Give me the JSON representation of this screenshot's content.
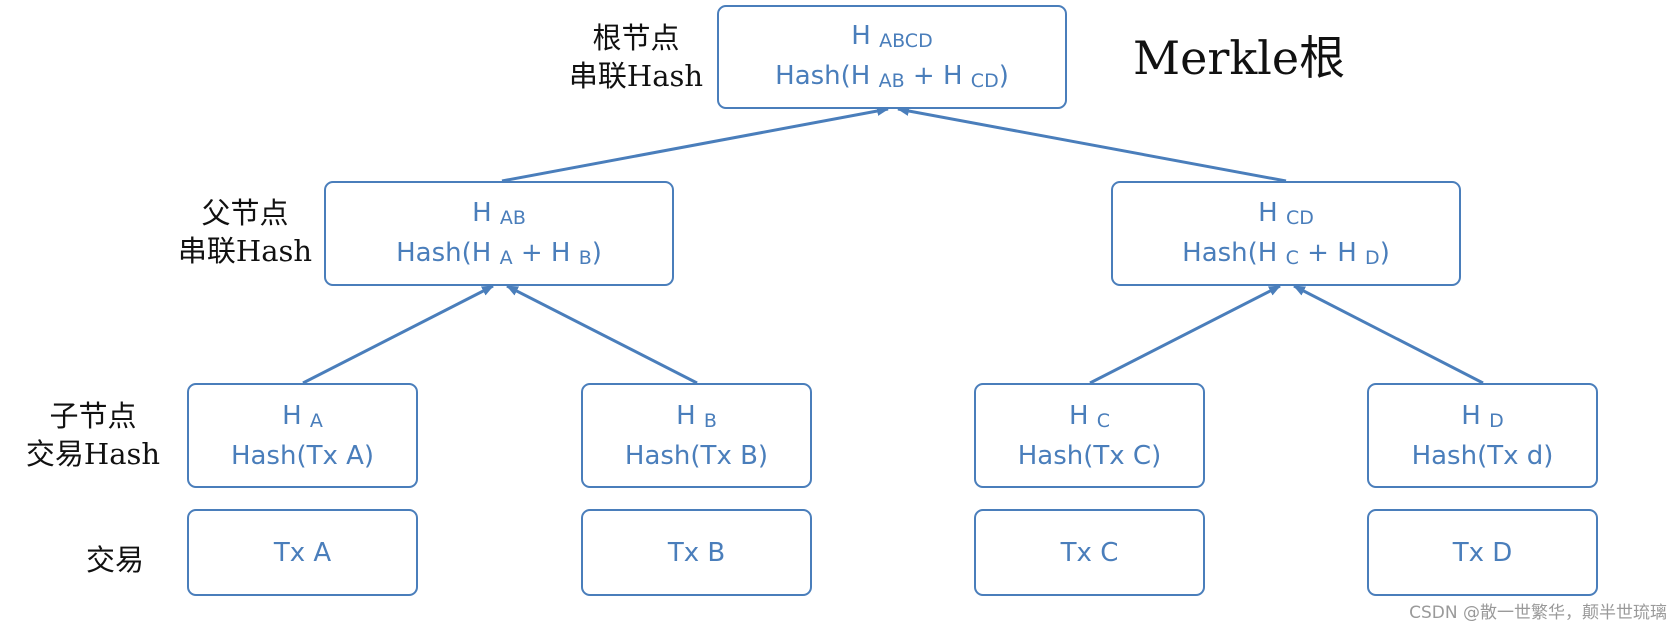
{
  "title": "Merkle根",
  "watermark": "CSDN @散一世繁华，颠半世琉璃",
  "colors": {
    "node_border": "#4a7ebb",
    "node_text": "#4a7ebb",
    "edge": "#4a7ebb",
    "label_text": "#111111",
    "watermark": "#9a9a9a"
  },
  "row_labels": {
    "root": {
      "line1": "根节点",
      "line2": "串联Hash"
    },
    "parent": {
      "line1": "父节点",
      "line2": "串联Hash"
    },
    "child": {
      "line1": "子节点",
      "line2": "交易Hash"
    },
    "transaction": {
      "line1": "交易"
    }
  },
  "nodes": {
    "root": {
      "hash_name": "H",
      "hash_sub": "ABCD",
      "formula_pre": "Hash(H",
      "formula_sub1": "AB",
      "formula_mid": " + H",
      "formula_sub2": "CD",
      "formula_post": ")"
    },
    "ab": {
      "hash_name": "H",
      "hash_sub": "AB",
      "formula_pre": "Hash(H",
      "formula_sub1": "A",
      "formula_mid": " + H",
      "formula_sub2": "B",
      "formula_post": ")"
    },
    "cd": {
      "hash_name": "H",
      "hash_sub": "CD",
      "formula_pre": "Hash(H",
      "formula_sub1": "C",
      "formula_mid": " + H",
      "formula_sub2": "D",
      "formula_post": ")"
    },
    "a": {
      "hash_name": "H",
      "hash_sub": "A",
      "formula": "Hash(Tx A)"
    },
    "b": {
      "hash_name": "H",
      "hash_sub": "B",
      "formula": "Hash(Tx B)"
    },
    "c": {
      "hash_name": "H",
      "hash_sub": "C",
      "formula": "Hash(Tx C)"
    },
    "d": {
      "hash_name": "H",
      "hash_sub": "D",
      "formula": "Hash(Tx d)"
    }
  },
  "transactions": {
    "a": "Tx A",
    "b": "Tx B",
    "c": "Tx C",
    "d": "Tx D"
  }
}
